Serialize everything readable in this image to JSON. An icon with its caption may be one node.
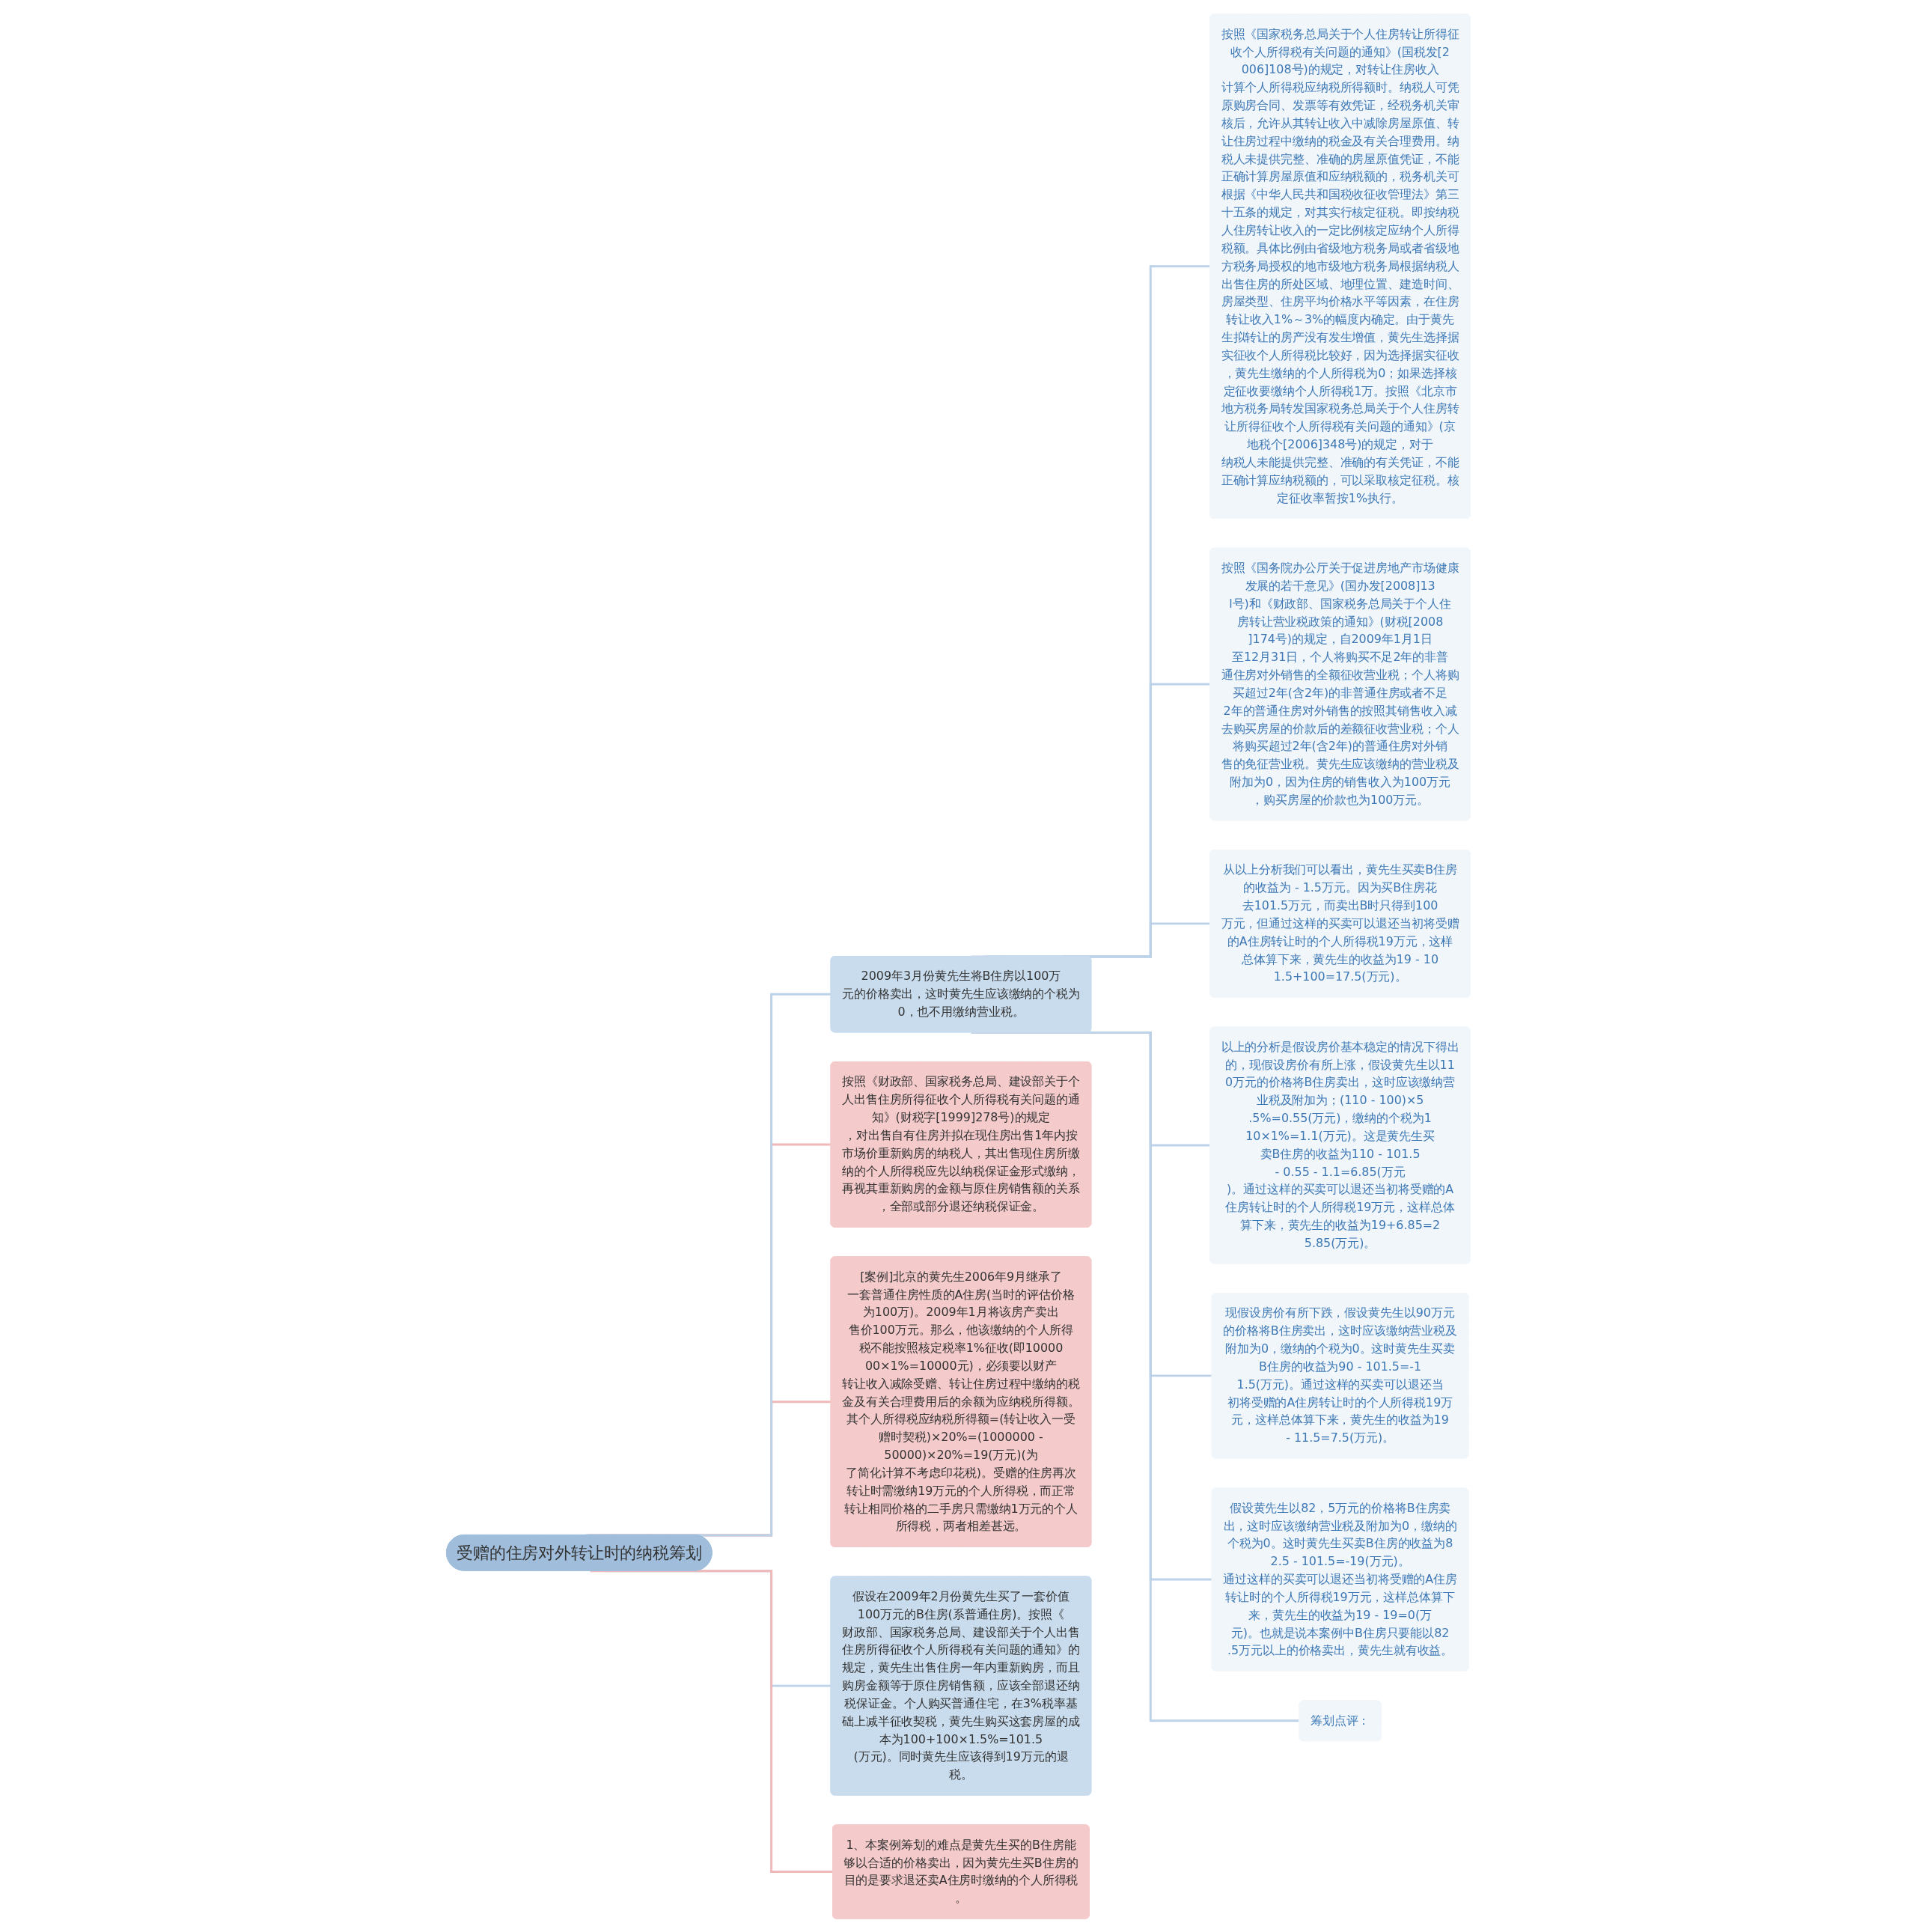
{
  "diagram": {
    "nodes": [
      {
        "text": [
          "受赠的住房对外转让时的纳税筹划"
        ]
      },
      {
        "text": [
          "按照《财政部、国家税务总局、建设部关于个人出售住房所得征收个人所得税有关问题的通知》(财税字[1999]278号)的规定，对出售自有住房并拟在现住房出售1年内按市场价重新购房的纳税人，其出售现住房所缴纳的个人所得税应先以纳税保证金形式缴纳，再视其重新购房的金额与原住房销售额的关系，全部或部分退还纳税保证金。"
        ]
      },
      {
        "text": [
          "[案例]北京的黄先生2006年9月继承了一套普通住房性质的A住房(当时的评估价格为100万)。2009年1月将该房产卖出售价100万元。那么，他该缴纳的个人所得税不能按照核定税率1%征收(即1000000×1%=10000元)，必须要以财产转让收入减除受赠、转让住房过程中缴纳的税金及有关合理费用后的余额为应纳税所得额。其个人所得税应纳税所得额=(转让收入一受赠时契税)×20%=(1000000 - 50000)×20%=19(万元)(为了简化计算不考虑印花税)。受赠的住房再次转让时需缴纳19万元的个人所得税，而正常转让相同价格的二手房只需缴纳1万元的个人所得税，两者相差甚远。"
        ]
      },
      {
        "text": [
          "假设在2009年2月份黄先生买了一套价值100万元的B住房(系普通住房)。按照《财政部、国家税务总局、建设部关于个人出售住房所得征收个人所得税有关问题的通知》的规定，黄先生出售住房一年内重新购房，而且购房金额等于原住房销售额，应该全部退还纳税保证金。个人购买普通住宅，在3%税率基础上减半征收契税，黄先生购买这套房屋的成本为100+100×1.5%=101.5(万元)。同时黄先生应该得到19万元的退税。"
        ]
      },
      {
        "text": [
          "1、本案例筹划的难点是黄先生买的B住房能够以合适的价格卖出，因为黄先生买B住房的目的是要求退还卖A住房时缴纳的个人所得税。"
        ]
      },
      {
        "text": [
          "2009年3月份黄先生将B住房以100万元的价格卖出，这时黄先生应该缴纳的个税为0，也不用缴纳营业税。"
        ]
      },
      {
        "text": [
          "按照《国家税务总局关于个人住房转让所得征收个人所得税有关问题的通知》(国税发[2006]108号)的规定，对转让住房收入计算个人所得税应纳税所得额时。纳税人可凭原购房合同、发票等有效凭证，经税务机关审核后，允许从其转让收入中减除房屋原值、转让住房过程中缴纳的税金及有关合理费用。纳税人未提供完整、准确的房屋原值凭证，不能正确计算房屋原值和应纳税额的，税务机关可根据《中华人民共和国税收征收管理法》第三十五条的规定，对其实行核定征税。即按纳税人住房转让收入的一定比例核定应纳个人所得税额。具体比例由省级地方税务局或者省级地方税务局授权的地市级地方税务局根据纳税人出售住房的所处区域、地理位置、建造时间、房屋类型、住房平均价格水平等因素，在住房转让收入1%～3%的幅度内确定。由于黄先生拟转让的房产没有发生增值，黄先生选择据实征收个人所得税比较好，因为选择据实征收，黄先生缴纳的个人所得税为0；如果选择核定征收要缴纳个人所得税1万。按照《北京市地方税务局转发国家税务总局关于个人住房转让所得征收个人所得税有关问题的通知》(京地税个[2006]348号)的规定，对于纳税人未能提供完整、准确的有关凭证，不能正确计算应纳税额的，可以采取核定征税。核定征收率暂按1%执行。"
        ]
      },
      {
        "text": [
          "按照《国务院办公厅关于促进房地产市场健康发展的若干意见》(国办发[2008]13l号)和《财政部、国家税务总局关于个人住房转让营业税政策的通知》(财税[2008]174号)的规定，自2009年1月1日至12月31日，个人将购买不足2年的非普通住房对外销售的全额征收营业税；个人将购买超过2年(含2年)的非普通住房或者不足2年的普通住房对外销售的按照其销售收入减去购买房屋的价款后的差额征收营业税；个人将购买超过2年(含2年)的普通住房对外销售的免征营业税。黄先生应该缴纳的营业税及附加为0，因为住房的销售收入为100万元，购买房屋的价款也为100万元。"
        ]
      },
      {
        "text": [
          "从以上分析我们可以看出，黄先生买卖B住房的收益为 - 1.5万元。因为买B住房花去101.5万元，而卖出B时只得到100万元，但通过这样的买卖可以退还当初将受赠的A住房转让时的个人所得税19万元，这样总体算下来，黄先生的收益为19 - 101.5+100=17.5(万元)。"
        ]
      },
      {
        "text": [
          "以上的分析是假设房价基本稳定的情况下得出的，现假设房价有所上涨，假设黄先生以110万元的价格将B住房卖出，这时应该缴纳营业税及附加为；(110 - 100)×5.5%=0.55(万元)，缴纳的个税为110×1%=1.1(万元)。这是黄先生买卖B住房的收益为110 - 101.5 - 0.55 - 1.1=6.85(万元)。通过这样的买卖可以退还当初将受赠的A住房转让时的个人所得税19万元，这样总体算下来，黄先生的收益为19+6.85=25.85(万元)。"
        ]
      },
      {
        "text": [
          "现假设房价有所下跌，假设黄先生以90万元的价格将B住房卖出，这时应该缴纳营业税及附加为0，缴纳的个税为0。这时黄先生买卖B住房的收益为90 - 101.5=-11.5(万元)。通过这样的买卖可以退还当初将受赠的A住房转让时的个人所得税19万元，这样总体算下来，黄先生的收益为19 - 11.5=7.5(万元)。"
        ]
      },
      {
        "text": [
          "假设黄先生以82，5万元的价格将B住房卖出，这时应该缴纳营业税及附加为0，缴纳的个税为0。这时黄先生买卖B住房的收益为82.5 - 101.5=-19(万元)。通过这样的买卖可以退还当初将受赠的A住房转让时的个人所得税19万元，这样总体算下来，黄先生的收益为19 - 19=0(万元)。也就是说本案例中B住房只要能以82.5万元以上的价格卖出，黄先生就有收益。"
        ]
      },
      {
        "text": [
          "筹划点评："
        ]
      }
    ],
    "edges": [
      {
        "from": 0,
        "to": 1,
        "arrow": "none",
        "color": "#f0b8b8"
      },
      {
        "from": 0,
        "to": 2,
        "arrow": "none",
        "color": "#f0b8b8"
      },
      {
        "from": 0,
        "to": 3,
        "arrow": "none"
      },
      {
        "from": 0,
        "to": 4,
        "arrow": "none",
        "color": "#f0b8b8"
      },
      {
        "from": 0,
        "to": 5,
        "arrow": "none"
      },
      {
        "from": 5,
        "to": 6,
        "arrow": "none"
      },
      {
        "from": 5,
        "to": 7,
        "arrow": "none"
      },
      {
        "from": 5,
        "to": 8,
        "arrow": "none"
      },
      {
        "from": 5,
        "to": 9,
        "arrow": "none"
      },
      {
        "from": 5,
        "to": 10,
        "arrow": "none"
      },
      {
        "from": 5,
        "to": 11,
        "arrow": "none"
      },
      {
        "from": 5,
        "to": 12,
        "arrow": "none"
      }
    ]
  }
}
